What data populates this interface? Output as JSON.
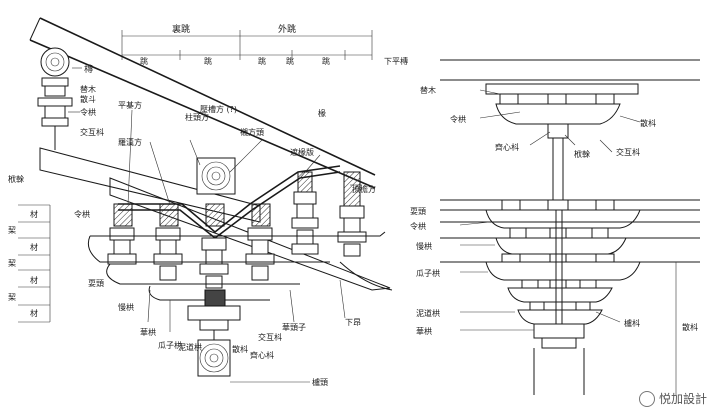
{
  "left": {
    "header": {
      "inner": "裏跳",
      "outer": "外跳",
      "tiao": [
        "跳",
        "跳",
        "跳",
        "跳",
        "跳"
      ]
    },
    "labels": {
      "purlin": "槫",
      "timu_dou": "替木\n散斗",
      "linggong_top": "令栱",
      "jiaohu_top": "交互枓",
      "pingqi": "平棊方",
      "luohan": "羅漢方",
      "zhutou": "柱頭方",
      "tiaohuai": "壓槽方 (?)",
      "chenfangtou": "襯方頭",
      "yan": "椽",
      "zhetiaoban": "遮椽版",
      "chenbang": "撩檐方",
      "shuwan": "栿榦",
      "linggong_left": "令栱",
      "shuatou": "耍頭",
      "mangong": "慢栱",
      "huagong": "華栱",
      "guazi": "瓜子栱",
      "nidao": "泥道栱",
      "jiaohu_mid": "交互枓",
      "sanfou": "散枓",
      "qiqin": "齊心枓",
      "huatou": "華頭子",
      "xiaang": "下昂",
      "ludou": "櫨頭",
      "cai": "材",
      "qi": "栔",
      "qi2": "栔"
    }
  },
  "right": {
    "labels": {
      "xiapingchuan": "下平槫",
      "timu": "替木",
      "linggong": "令栱",
      "sanfou": "散枓",
      "qixin": "齊心枓",
      "shuwan": "栿榦",
      "jiaohu": "交互枓",
      "shuatou": "耍頭",
      "linggong2": "令栱",
      "mangong": "慢栱",
      "guazi": "瓜子栱",
      "nidao": "泥道栱",
      "huagong": "華栱",
      "ludou": "櫨枓",
      "sanfou2": "散枓"
    }
  },
  "watermark": "悦加設計"
}
